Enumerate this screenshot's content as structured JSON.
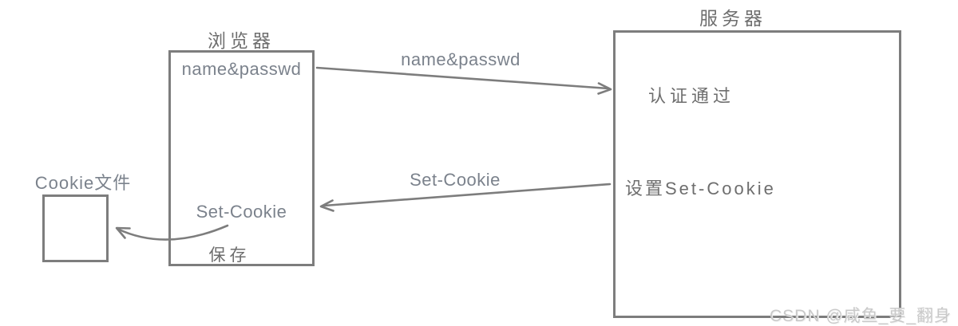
{
  "diagram": {
    "browser": {
      "title": "浏览器",
      "credentials_label": "name&passwd",
      "set_cookie_label": "Set-Cookie",
      "save_label": "保存"
    },
    "server": {
      "title": "服务器",
      "auth_label": "认证通过",
      "set_cookie_label": "设置Set-Cookie"
    },
    "cookie_file": {
      "title": "Cookie文件"
    },
    "arrows": {
      "request_label": "name&passwd",
      "response_label": "Set-Cookie"
    },
    "watermark": "CSDN @咸鱼_要_翻身",
    "colors": {
      "line": "#7d7d7d",
      "chinese_text": "#6e6e6e",
      "latin_text": "#7b828c",
      "watermark_text": "#c9c9c9",
      "background": "#ffffff"
    }
  }
}
